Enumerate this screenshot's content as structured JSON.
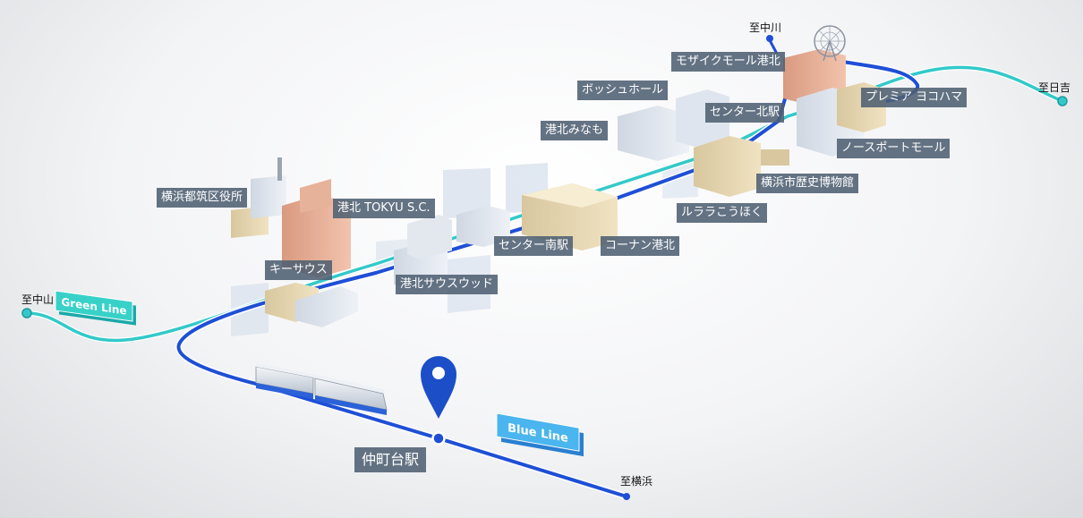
{
  "destinations": {
    "nakagawa": "至中川",
    "hiyoshi": "至日吉",
    "nakayama": "至中山",
    "yokohama": "至横浜"
  },
  "lines": {
    "green": {
      "name": "Green Line",
      "color": "#33c9c9"
    },
    "blue": {
      "name": "Blue Line",
      "color": "#1e4fd6"
    }
  },
  "current_station": "仲町台駅",
  "landmarks": {
    "mosaic_mall": "モザイクモール港北",
    "bosch_hall": "ボッシュホール",
    "center_kita": "センター北駅",
    "premia": "プレミア ヨコハマ",
    "kohoku_minamo": "港北みなも",
    "north_port": "ノースポートモール",
    "history_museum": "横浜市歴史博物館",
    "lalara": "ルララこうほく",
    "tsuzuki_office": "横浜都筑区役所",
    "tokyu_sc": "港北 TOKYU S.C.",
    "center_minami": "センター南駅",
    "konan": "コーナン港北",
    "keysouth": "キーサウス",
    "southwood": "港北サウスウッド"
  },
  "icons": {
    "location_pin": "location-pin-icon",
    "ferris_wheel": "ferris-wheel-icon",
    "train": "train-icon"
  }
}
